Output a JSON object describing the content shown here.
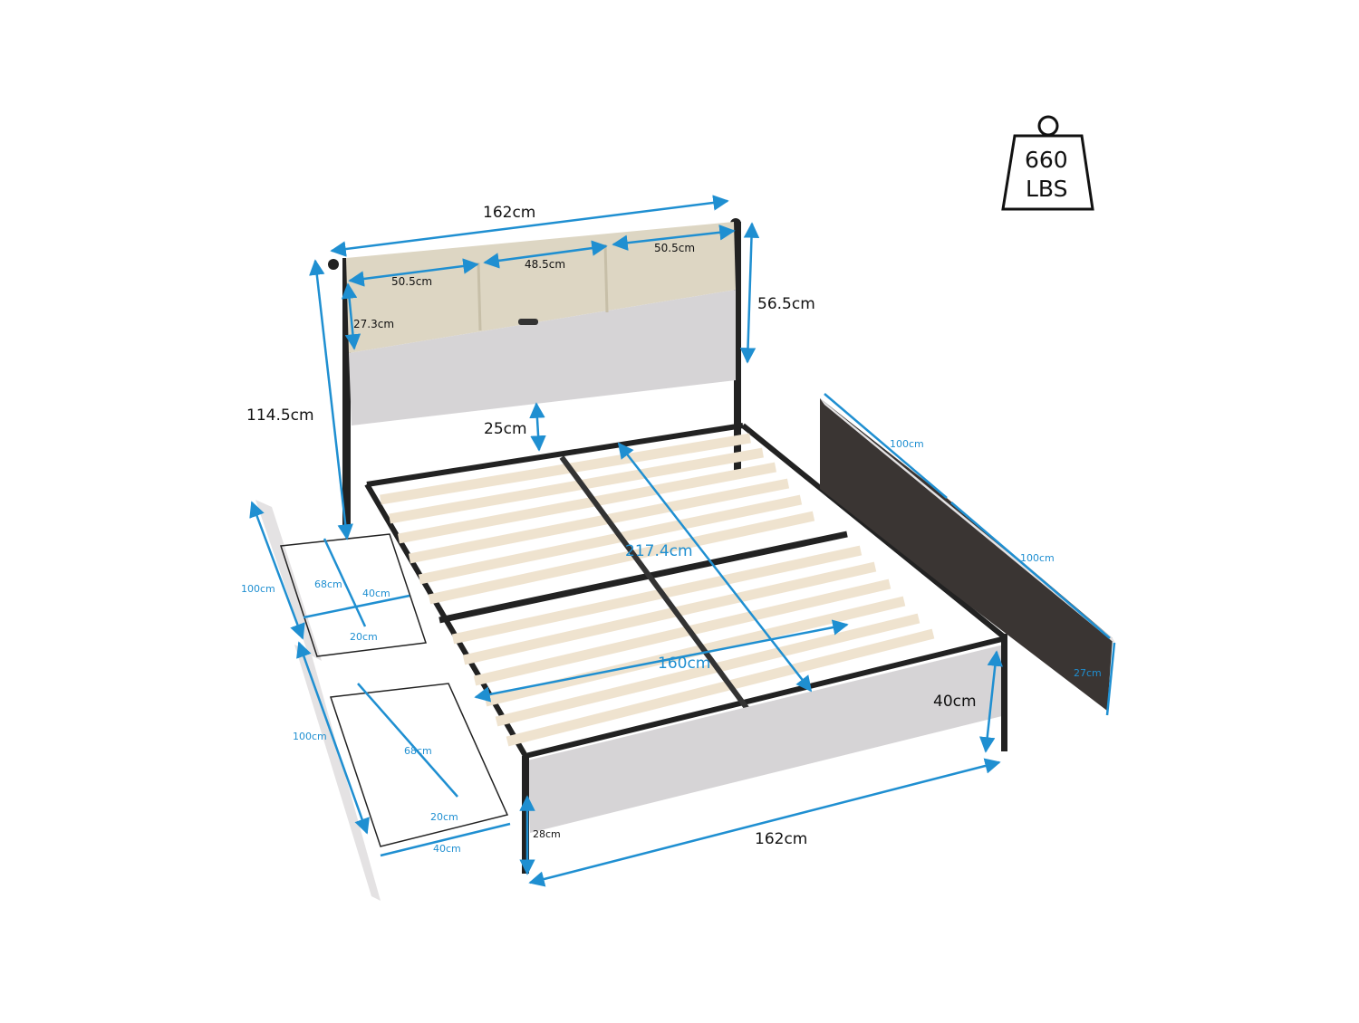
{
  "colors": {
    "dimension_line": "#1f8fd1",
    "frame_metal": "#222222",
    "slat_wood": "#efe3cf",
    "upholstery": "#d6d4d6",
    "shelf_wood": "#ddd6c3",
    "drawer_panel": "#e4e2e3",
    "background": "#ffffff"
  },
  "weight_badge": {
    "icon": "weight-icon",
    "value": "660",
    "unit": "LBS"
  },
  "headboard": {
    "total_width": "162cm",
    "shelf_left_width": "50.5cm",
    "shelf_middle_width": "48.5cm",
    "shelf_right_width": "50.5cm",
    "shelf_height": "27.3cm",
    "headboard_panel_height": "56.5cm",
    "total_height": "114.5cm",
    "clearance_to_slats": "25cm"
  },
  "bed_frame": {
    "diagonal_length": "217.4cm",
    "inner_width": "160cm",
    "footboard_width": "162cm",
    "footboard_height": "28cm",
    "side_height": "40cm"
  },
  "drawers": {
    "left_top": {
      "panel_length": "100cm",
      "depth": "68cm",
      "width": "40cm",
      "height": "20cm"
    },
    "left_bottom": {
      "panel_length": "100cm",
      "depth": "68cm",
      "width": "40cm",
      "height": "20cm"
    },
    "right_back": {
      "panel_length": "100cm"
    },
    "right_front": {
      "panel_length": "100cm",
      "panel_height": "27cm"
    }
  }
}
